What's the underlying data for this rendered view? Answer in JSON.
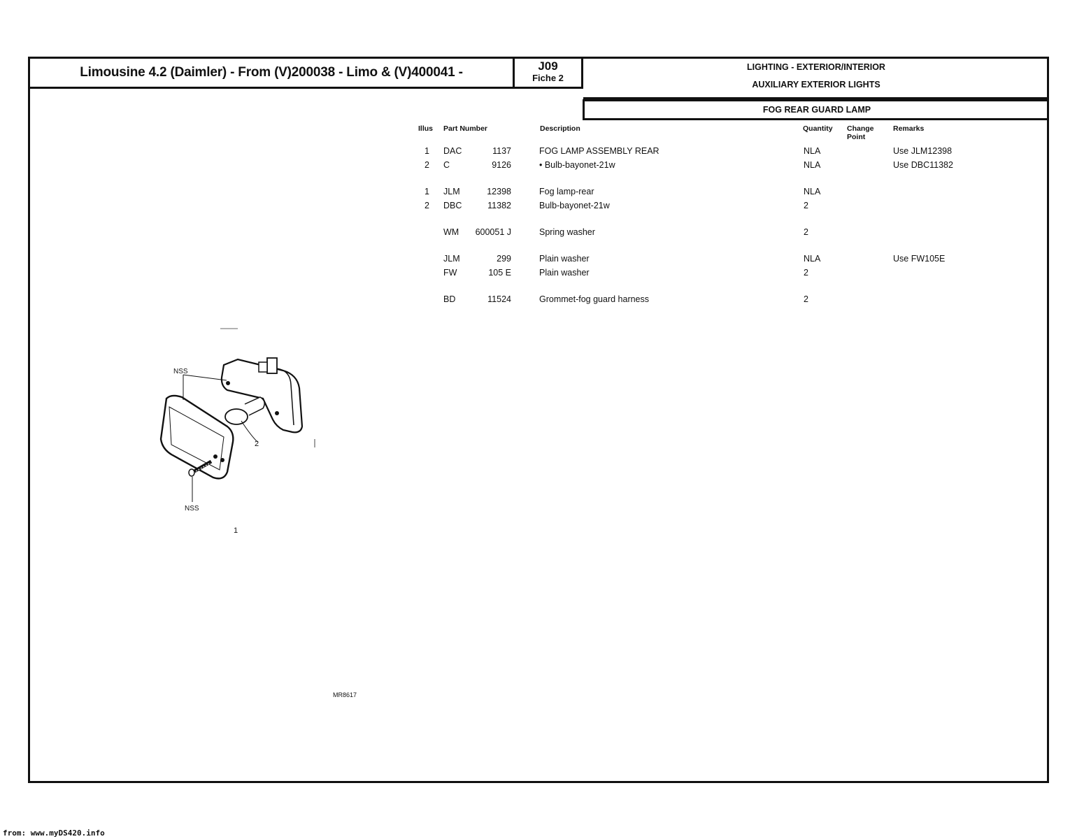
{
  "header": {
    "title": "Limousine 4.2 (Daimler) - From (V)200038 - Limo & (V)400041 -",
    "code": "J09",
    "fiche": "Fiche 2",
    "section_line1": "LIGHTING - EXTERIOR/INTERIOR",
    "section_line2": "AUXILIARY EXTERIOR LIGHTS",
    "subsection": "FOG REAR GUARD LAMP"
  },
  "columns": {
    "illus": "Illus",
    "part_number": "Part Number",
    "description": "Description",
    "quantity": "Quantity",
    "change_point": "Change Point",
    "remarks": "Remarks"
  },
  "rows": [
    {
      "illus": "1",
      "prefix": "DAC",
      "number": "1137",
      "description": "FOG LAMP ASSEMBLY REAR",
      "quantity": "NLA",
      "remarks": "Use JLM12398"
    },
    {
      "illus": "2",
      "prefix": "C",
      "number": "9126",
      "description": "• Bulb-bayonet-21w",
      "quantity": "NLA",
      "remarks": "Use DBC11382"
    },
    {
      "illus": "1",
      "prefix": "JLM",
      "number": "12398",
      "description": "Fog lamp-rear",
      "quantity": "NLA",
      "remarks": ""
    },
    {
      "illus": "2",
      "prefix": "DBC",
      "number": "11382",
      "description": "Bulb-bayonet-21w",
      "quantity": "2",
      "remarks": ""
    },
    {
      "illus": "",
      "prefix": "WM",
      "number": "600051 J",
      "description": "Spring washer",
      "quantity": "2",
      "remarks": ""
    },
    {
      "illus": "",
      "prefix": "JLM",
      "number": "299",
      "description": "Plain washer",
      "quantity": "NLA",
      "remarks": "Use FW105E"
    },
    {
      "illus": "",
      "prefix": "FW",
      "number": "105 E",
      "description": "Plain washer",
      "quantity": "2",
      "remarks": ""
    },
    {
      "illus": "",
      "prefix": "BD",
      "number": "11524",
      "description": "Grommet-fog guard harness",
      "quantity": "2",
      "remarks": ""
    }
  ],
  "figure": {
    "label_nss_top": "NSS",
    "label_nss_bottom": "NSS",
    "callout_2": "2",
    "callout_1": "1",
    "drawing_ref": "MR8617"
  },
  "footer": "from: www.myDS420.info"
}
